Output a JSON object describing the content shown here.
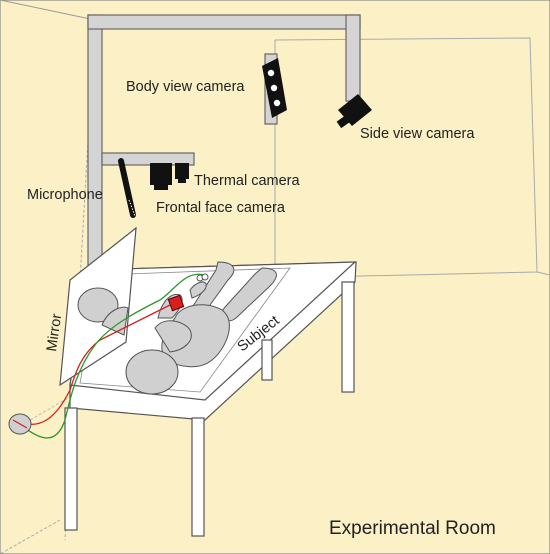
{
  "labels": {
    "body_view_camera": "Body view camera",
    "side_view_camera": "Side view camera",
    "microphone": "Microphone",
    "thermal_camera": "Thermal camera",
    "frontal_face_camera": "Frontal face camera",
    "mirror": "Mirror",
    "subject": "Subject",
    "room_title": "Experimental Room"
  },
  "colors": {
    "room_fill": "#fbf0c6",
    "frame_gray": "#d4d4d4",
    "body_gray": "#d0d0d0",
    "camera_black": "#111111",
    "wire_red": "#d22020",
    "wire_green": "#2a9a2a"
  }
}
